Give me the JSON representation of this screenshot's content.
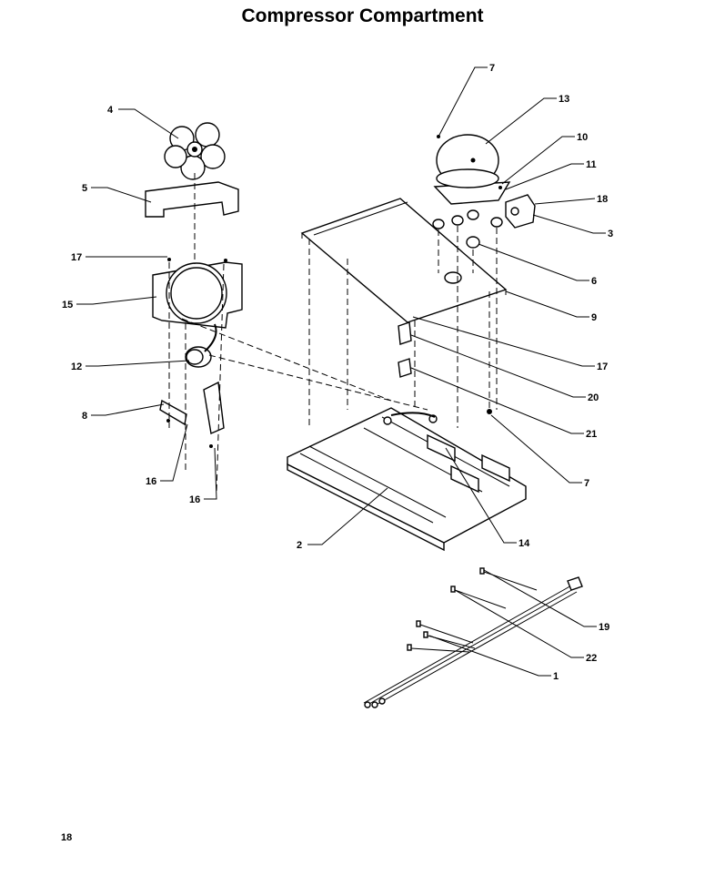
{
  "title": "Compressor Compartment",
  "page_number": "18",
  "callouts": {
    "c7a": "7",
    "c13": "13",
    "c4": "4",
    "c10": "10",
    "c11": "11",
    "c5": "5",
    "c18": "18",
    "c3": "3",
    "c17a": "17",
    "c6": "6",
    "c15": "15",
    "c9": "9",
    "c12": "12",
    "c17b": "17",
    "c20": "20",
    "c8": "8",
    "c21": "21",
    "c16a": "16",
    "c7b": "7",
    "c16b": "16",
    "c2": "2",
    "c14": "14",
    "c19": "19",
    "c22": "22",
    "c1": "1"
  }
}
